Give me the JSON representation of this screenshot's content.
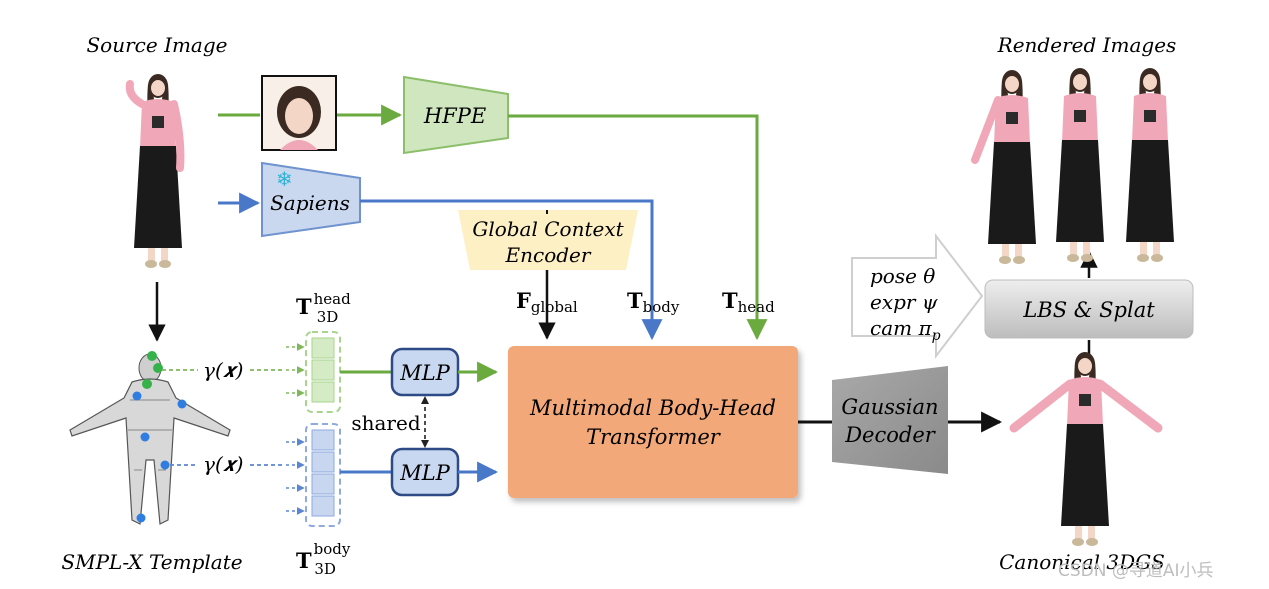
{
  "labels": {
    "source_image": "Source Image",
    "rendered_images": "Rendered Images",
    "smplx_template": "SMPL-X Template",
    "canonical_3dgs": "Canonical 3DGS",
    "hfpe": "HFPE",
    "sapiens": "Sapiens",
    "global_context_line1": "Global Context",
    "global_context_line2": "Encoder",
    "transformer_line1": "Multimodal Body-Head",
    "transformer_line2": "Transformer",
    "gaussian_line1": "Gaussian",
    "gaussian_line2": "Decoder",
    "lbs_splat": "LBS & Splat",
    "mlp_top": "MLP",
    "mlp_bottom": "MLP",
    "shared": "shared",
    "pos_enc_top": "γ(𝒙)",
    "pos_enc_bottom": "γ(𝒙)",
    "pose_line1": "pose θ",
    "pose_line2": "expr ψ",
    "pose_line3": "cam π",
    "pose_sub": "p",
    "f_global_main": "F",
    "f_global_sub": "global",
    "t_body_main": "T",
    "t_body_sub": "body",
    "t_head_main": "T",
    "t_head_sub": "head",
    "t3d_head_main": "T",
    "t3d_head_sup": "head",
    "t3d_head_sub": "3D",
    "t3d_body_main": "T",
    "t3d_body_sup": "body",
    "t3d_body_sub": "3D",
    "snowflake": "❄"
  },
  "watermark": "CSDN @寻道AI小兵",
  "colors": {
    "green_arrow": "#6aaa3f",
    "blue_arrow": "#4a78c8",
    "hfpe_fill": "#cfe6bf",
    "sapiens_fill": "#c9d7ef",
    "encoder_fill": "#fdf0c4",
    "transformer_fill": "#f2a878",
    "decoder_fill": "#9a9a9a",
    "lbs_fill": "#d6d6d6",
    "mlp_fill": "#c8d8f0",
    "mlp_stroke": "#2e4a86",
    "skin_pink": "#f0a8b8",
    "skirt_black": "#1a1a1a"
  }
}
